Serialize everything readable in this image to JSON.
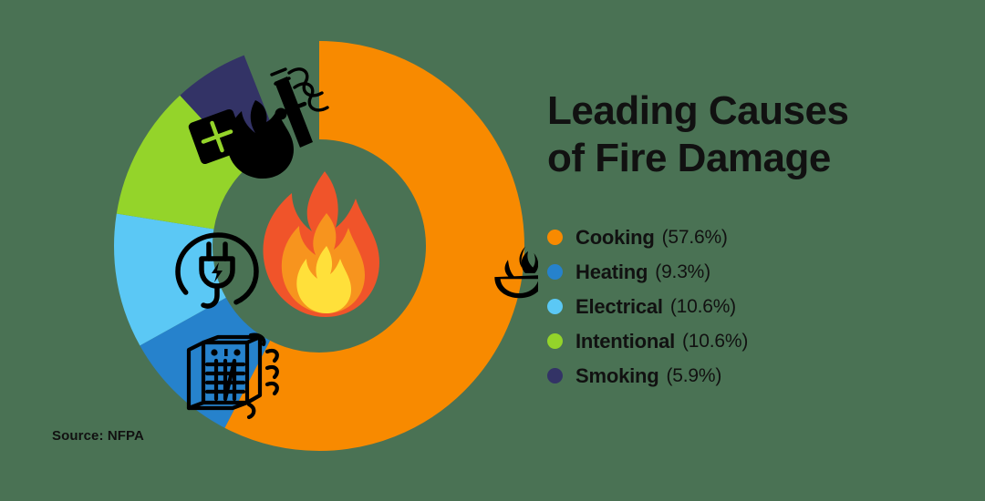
{
  "background_color": "#4a7254",
  "title": "Leading Causes\nof Fire Damage",
  "source": "Source: NFPA",
  "center_graphic": {
    "name": "flame-illustration",
    "outer_color": "#F0542A",
    "mid_color": "#F7941E",
    "inner_color": "#FFE03A"
  },
  "legend": {
    "items": [
      {
        "label": "Cooking",
        "percent": "(57.6%)",
        "color": "#F88A00",
        "icon": "frying-pan-flame-icon"
      },
      {
        "label": "Heating",
        "percent": "(9.3%)",
        "color": "#2682CC",
        "icon": "space-heater-icon"
      },
      {
        "label": "Electrical",
        "percent": "(10.6%)",
        "color": "#5BC8F5",
        "icon": "electrical-plug-icon"
      },
      {
        "label": "Intentional",
        "percent": "(10.6%)",
        "color": "#94D42A",
        "icon": "arson-gas-can-flame-icon"
      },
      {
        "label": "Smoking",
        "percent": "(5.9%)",
        "color": "#333366",
        "icon": "cigarette-smoke-icon"
      }
    ]
  },
  "chart_data": {
    "type": "pie",
    "title": "Leading Causes of Fire Damage",
    "subtitle": "",
    "xlabel": "",
    "ylabel": "",
    "donut": true,
    "inner_radius_ratio": 0.52,
    "start_angle_deg": 0,
    "direction": "clockwise",
    "legend_position": "right",
    "grid": false,
    "source": "Source: NFPA",
    "categories": [
      "Cooking",
      "Heating",
      "Electrical",
      "Intentional",
      "Smoking"
    ],
    "values": [
      57.6,
      9.3,
      10.6,
      10.6,
      5.9
    ],
    "value_unit": "%",
    "colors": [
      "#F88A00",
      "#2682CC",
      "#5BC8F5",
      "#94D42A",
      "#333366"
    ],
    "labels": [
      "Cooking  (57.6%)",
      "Heating (9.3%)",
      "Electrical (10.6%)",
      "Intentional (10.6%)",
      "Smoking (5.9%)"
    ],
    "slice_icons": [
      "frying-pan-flame-icon",
      "space-heater-icon",
      "electrical-plug-icon",
      "arson-gas-can-flame-icon",
      "cigarette-smoke-icon"
    ]
  }
}
